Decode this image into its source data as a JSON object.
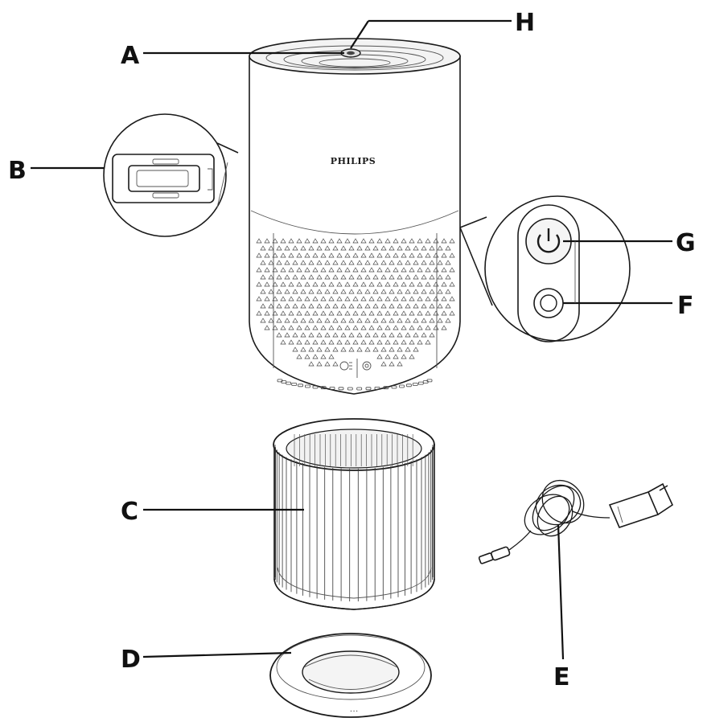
{
  "brand": "PHILIPS",
  "callouts": {
    "a": "A",
    "b": "B",
    "c": "C",
    "d": "D",
    "e": "E",
    "f": "F",
    "g": "G",
    "h": "H"
  }
}
